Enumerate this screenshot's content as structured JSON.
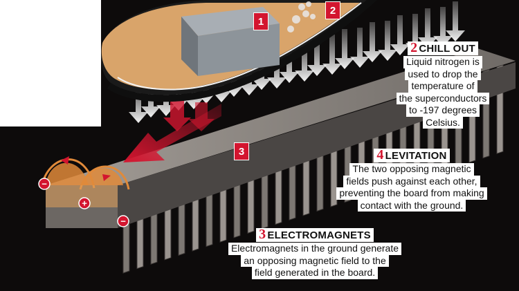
{
  "markers": {
    "one": "1",
    "two": "2",
    "three": "3"
  },
  "callouts": {
    "chill_out": {
      "number": "2",
      "title": "CHILL OUT",
      "lines": [
        "Liquid nitrogen is",
        "used to drop the",
        "temperature of",
        "the superconductors",
        "to -197 degrees",
        "Celsius."
      ]
    },
    "levitation": {
      "number": "4",
      "title": "LEVITATION",
      "lines": [
        "The two opposing magnetic",
        "fields push against each other,",
        "preventing the board from making",
        "contact with the ground."
      ]
    },
    "electromagnets": {
      "number": "3",
      "title": "ELECTROMAGNETS",
      "lines": [
        "Electromagnets in the ground generate",
        "an opposing magnetic field to the",
        "field generated in the board."
      ]
    }
  },
  "polarity_signs": {
    "minus_left": "−",
    "plus": "+",
    "minus_right": "−"
  },
  "colors": {
    "accent_red": "#d3152f",
    "rail_grey": "#8a8580",
    "board_wood": "#d9a46a",
    "background": "#0d0b0b"
  }
}
